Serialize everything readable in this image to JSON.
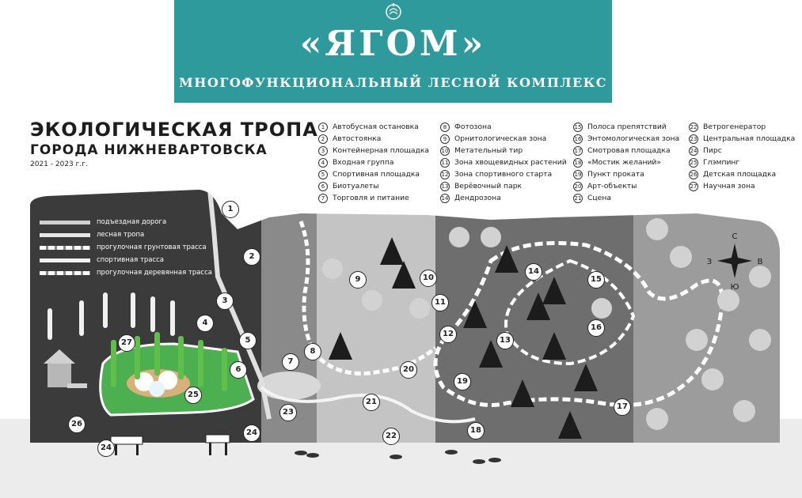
{
  "banner": {
    "brand": "«ЯГОМ»",
    "subtitle": "МНОГОФУНКЦИОНАЛЬНЫЙ ЛЕСНОЙ КОМПЛЕКС",
    "color": "#2f9a9c"
  },
  "title": {
    "line1": "ЭКОЛОГИЧЕСКАЯ ТРОПА",
    "line2": "ГОРОДА НИЖНЕВАРТОВСКА",
    "years": "2021 - 2023 г.г."
  },
  "legend": {
    "col1": [
      {
        "num": "1",
        "label": "Автобусная остановка"
      },
      {
        "num": "2",
        "label": "Автостоянка"
      },
      {
        "num": "3",
        "label": "Контейнерная площадка"
      },
      {
        "num": "4",
        "label": "Входная группа"
      },
      {
        "num": "5",
        "label": "Спортивная площадка"
      },
      {
        "num": "6",
        "label": "Биотуалеты"
      },
      {
        "num": "7",
        "label": "Торговля и питание"
      }
    ],
    "col2": [
      {
        "num": "8",
        "label": "Фотозона"
      },
      {
        "num": "9",
        "label": "Орнитологическая зона"
      },
      {
        "num": "10",
        "label": "Метательный тир"
      },
      {
        "num": "11",
        "label": "Зона хвощевидных растений"
      },
      {
        "num": "12",
        "label": "Зона спортивного старта"
      },
      {
        "num": "13",
        "label": "Верёвочный парк"
      },
      {
        "num": "14",
        "label": "Дендрозона"
      }
    ],
    "col3": [
      {
        "num": "15",
        "label": "Полоса препятствий"
      },
      {
        "num": "16",
        "label": "Энтомологическая зона"
      },
      {
        "num": "17",
        "label": "Смотровая площадка"
      },
      {
        "num": "18",
        "label": "«Мостик желаний»"
      },
      {
        "num": "19",
        "label": "Пункт проката"
      },
      {
        "num": "20",
        "label": "Арт-объекты"
      },
      {
        "num": "21",
        "label": "Сцена"
      }
    ],
    "col4": [
      {
        "num": "22",
        "label": "Ветрогенератор"
      },
      {
        "num": "23",
        "label": "Центральная площадка"
      },
      {
        "num": "24",
        "label": "Пирс"
      },
      {
        "num": "25",
        "label": "Глэмпинг"
      },
      {
        "num": "26",
        "label": "Детская площадка"
      },
      {
        "num": "27",
        "label": "Научная зона"
      }
    ]
  },
  "trail_legend": [
    {
      "label": "подъездная дорога",
      "color": "#cfcfcf"
    },
    {
      "label": "лесная тропа",
      "color": "#e6e6e6"
    },
    {
      "label": "прогулочная грунтовая трасса",
      "color": "#ffffff"
    },
    {
      "label": "спортивная трасса",
      "color": "#f2f2f2"
    },
    {
      "label": "прогулочная деревянная трасса",
      "color": "#d8d8d8"
    }
  ],
  "compass": {
    "n": "С",
    "s": "Ю",
    "w": "З",
    "e": "В"
  },
  "markers": [
    {
      "num": "1"
    },
    {
      "num": "2"
    },
    {
      "num": "3"
    },
    {
      "num": "4"
    },
    {
      "num": "5"
    },
    {
      "num": "6"
    },
    {
      "num": "7"
    },
    {
      "num": "8"
    },
    {
      "num": "9"
    },
    {
      "num": "10"
    },
    {
      "num": "11"
    },
    {
      "num": "12"
    },
    {
      "num": "13"
    },
    {
      "num": "14"
    },
    {
      "num": "15"
    },
    {
      "num": "16"
    },
    {
      "num": "17"
    },
    {
      "num": "18"
    },
    {
      "num": "19"
    },
    {
      "num": "20"
    },
    {
      "num": "21"
    },
    {
      "num": "22"
    },
    {
      "num": "23"
    },
    {
      "num": "24"
    },
    {
      "num": "24"
    },
    {
      "num": "25"
    },
    {
      "num": "26"
    },
    {
      "num": "27"
    }
  ],
  "colors": {
    "dark_zone": "#3a3a3a",
    "mid_zone": "#7a7a7a",
    "light_zone": "#bdbdbd",
    "forest_zone": "#9a9a9a",
    "glamping": "#4caf50",
    "water": "#e9e9e9"
  }
}
